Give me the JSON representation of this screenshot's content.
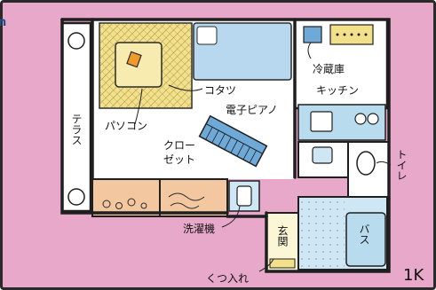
{
  "header": {
    "corner_glyph": "n"
  },
  "colors": {
    "background": "#e8a8c9",
    "wall": "#1f1f1f",
    "floor": "#ffffff",
    "kotatsu": "#f2e08a",
    "piano": "#6ea9d8",
    "bed": "#b8d8ef",
    "kitchen": "#b8dcee",
    "wet_area": "#cfe6f4",
    "closet": "#f3c7a0",
    "entrance": "#fbf6d6",
    "accent_orange": "#f09a2c"
  },
  "labels": {
    "kotatsu": "コタツ",
    "pc": "パソコン",
    "piano": "電子ピアノ",
    "fridge": "冷蔵庫",
    "kitchen": "キッチン",
    "terrace": "テラス",
    "closet_1": "クロー",
    "closet_2": "ゼット",
    "toilet": "トイレ",
    "washer": "洗濯機",
    "entrance": "玄関",
    "bath": "バス",
    "shoes": "くつ入れ",
    "layout_type": "1K"
  }
}
